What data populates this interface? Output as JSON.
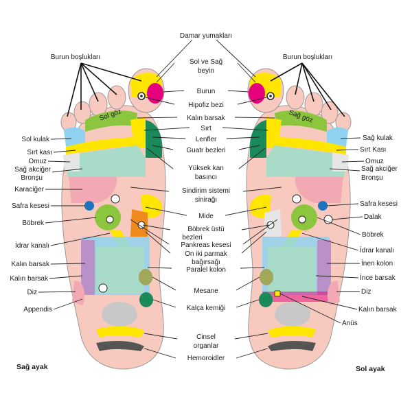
{
  "labels": {
    "damar_yumaklari": "Damar yumakları",
    "burun_bosluklari_left": "Burun boşlukları",
    "burun_bosluklari_right": "Burun boşlukları",
    "sol_ve_sag_beyin_1": "Sol ve Sağ",
    "sol_ve_sag_beyin_2": "beyin",
    "burun": "Burun",
    "hipofiz_bezi": "Hipofiz bezi",
    "kalin_barsak_top": "Kalın barsak",
    "sirt": "Sırt",
    "lenfler": "Lenfler",
    "guatr_bezleri": "Guatr bezleri",
    "yuksek_kan_1": "Yüksek kan",
    "yuksek_kan_2": "basıncı",
    "sindirim_1": "Sindirim sistemi",
    "sindirim_2": "sinirağı",
    "mide": "Mide",
    "bobrek_ustu_1": "Böbrek üstü",
    "bobrek_ustu_2": "bezleri",
    "pankreas": "Pankreas kesesi",
    "on_iki_1": "On iki parmak",
    "on_iki_2": "bağırsağı",
    "paralel_kolon": "Paralel kolon",
    "mesane": "Mesane",
    "kalca_kemigi": "Kalça kemiği",
    "cinsel_1": "Cinsel",
    "cinsel_2": "organlar",
    "hemoroidler": "Hemoroidler",
    "sol_kulak": "Sol kulak",
    "sirt_kasi_left": "Sırt kası",
    "omuz_left": "Omuz",
    "sag_akciger_left_1": "Sağ akciğer",
    "sag_akciger_left_2": "Bronşu",
    "karaciger": "Karaciğer",
    "safra_left": "Safra kesesi",
    "bobrek_left": "Böbrek",
    "idrar_left": "İdrar kanalı",
    "kalin_barsak_left_1": "Kalın barsak",
    "kalin_barsak_left_2": "Kalın barsak",
    "diz_left": "Diz",
    "appendis": "Appendis",
    "sag_kulak": "Sağ kulak",
    "sirt_kasi_right": "Sırt Kası",
    "omuz_right": "Omuz",
    "sag_akciger_right_1": "Sağ akciğer",
    "sag_akciger_right_2": "Bronşu",
    "safra_right": "Safra kesesi",
    "dalak": "Dalak",
    "bobrek_right": "Böbrek",
    "idrar_right": "İdrar kanalı",
    "inen_kolon": "İnen kolon",
    "ince_barsak": "İnce barsak",
    "diz_right": "Diz",
    "kalin_barsak_right": "Kalın barsak",
    "anus": "Anüs",
    "sol_goz": "Sol göz",
    "sag_goz": "Sağ göz",
    "sag_ayak": "Sağ ayak",
    "sol_ayak": "Sol ayak"
  },
  "colors": {
    "skin": "#f7c9bf",
    "yellow": "#ffe600",
    "magenta": "#e6007e",
    "green_light": "#8cc63f",
    "green_dark": "#1a8a5a",
    "teal_light": "#a8dcc8",
    "blue_light": "#8fd3f0",
    "purple": "#b991c8",
    "orange": "#f08a1c",
    "olive": "#a1a85a",
    "grey": "#c8c8c8",
    "pink": "#f2a9b3"
  }
}
